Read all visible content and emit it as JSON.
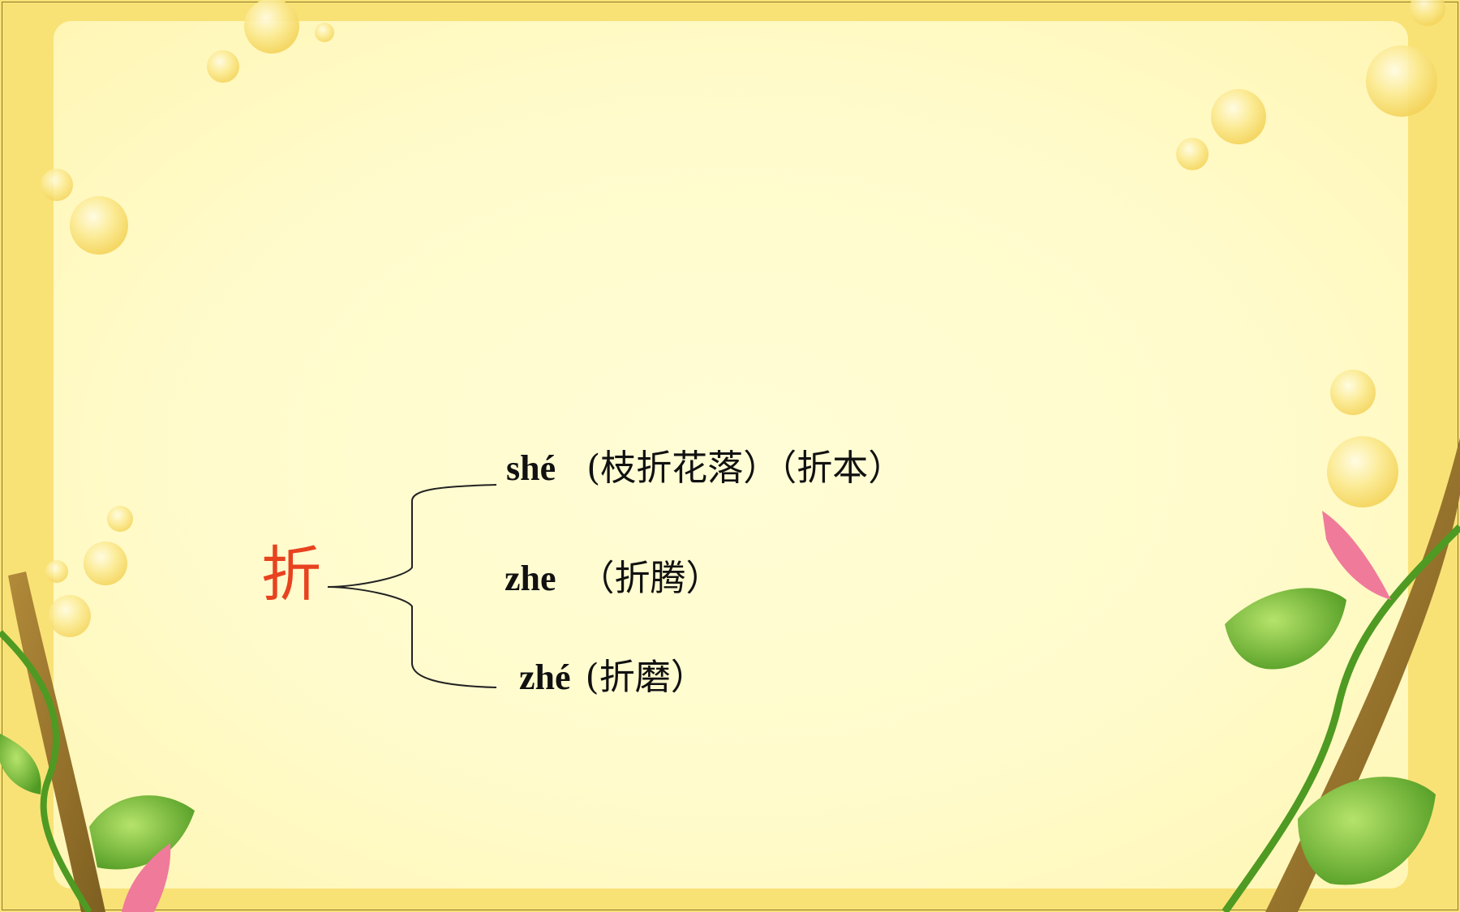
{
  "slide": {
    "character": "折",
    "readings": [
      {
        "pinyin": "shé",
        "words": "(枝折花落）（折本）"
      },
      {
        "pinyin": "zhe",
        "words": "（折腾）"
      },
      {
        "pinyin": "zhé",
        "words": "(折磨）"
      }
    ]
  },
  "colors": {
    "frame": "#f8e276",
    "panel": "#fffbcc",
    "character": "#e8421f",
    "text": "#111111",
    "leaf": "#6fbf3a",
    "stem": "#9c7a2c",
    "bud": "#f07a9a"
  },
  "icons": {
    "bubbles": "bubble-icon",
    "vine-left": "vine-icon",
    "vine-right": "vine-icon",
    "brace": "brace-icon"
  }
}
